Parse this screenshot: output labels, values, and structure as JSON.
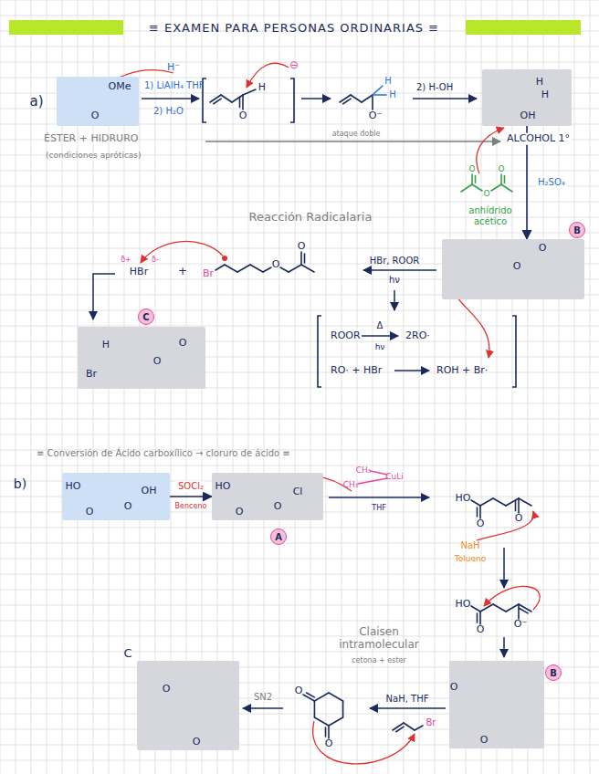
{
  "diagram": {
    "title": "≡ EXAMEN PARA PERSONAS ORDINARIAS ≡",
    "nodes": [
      {
        "text": [
          "OMe",
          "O"
        ]
      },
      {
        "text": [
          "H",
          "H",
          "OH"
        ]
      },
      {
        "text": [
          "B"
        ]
      },
      {
        "text": [
          "O",
          "O"
        ]
      },
      {
        "text": [
          "C"
        ]
      },
      {
        "text": [
          "H",
          "Br",
          "O",
          "O"
        ]
      },
      {
        "text": [
          "HO",
          "OH",
          "O",
          "O"
        ]
      },
      {
        "text": [
          "HO",
          "Cl",
          "O",
          "O"
        ]
      },
      {
        "text": [
          "A"
        ]
      },
      {
        "text": [
          "O",
          "O"
        ]
      },
      {
        "text": [
          "B"
        ]
      },
      {
        "text": [
          "O",
          "O"
        ]
      }
    ],
    "edges": [
      {
        "from": 1,
        "to": 3,
        "arrow": "to",
        "label": "H₂SO₄"
      },
      {
        "from": 6,
        "to": 7,
        "arrow": "to",
        "label": "SOCl₂"
      }
    ],
    "labels": [
      "a)",
      "1) LiAlH₄ THF",
      "2) H₂O",
      "H⁻",
      "O",
      "H",
      "⊖",
      "H",
      "H",
      "O⁻",
      "2) H-OH",
      "ÉSTER + HIDRURO",
      "(condiciones apróticas)",
      "ataque doble",
      "ALCOHOL 1°",
      "O",
      "O",
      "O",
      "anhídrido acético",
      "Reacción Radicalaria",
      "HBr, ROOR",
      "hν",
      "δ+",
      "HBr",
      "δ-",
      "+",
      "Br",
      "O",
      "O",
      "ROOR",
      "Δ",
      "hν",
      "2RO·",
      "RO· + HBr",
      "ROH + Br·",
      "≡ Conversión de Ácido carboxílico → cloruro de ácido ≡",
      "b)",
      "Benceno",
      "CH₃",
      "CuLi",
      "CH₃",
      "THF",
      "HO",
      "O",
      "O",
      "NaH",
      "Tolueno",
      "HO",
      "O",
      "O⁻",
      "Claisen intramolecular",
      "cetona + ester",
      "NaH, THF",
      "Br",
      "O",
      "O",
      "SN2",
      "C"
    ]
  }
}
